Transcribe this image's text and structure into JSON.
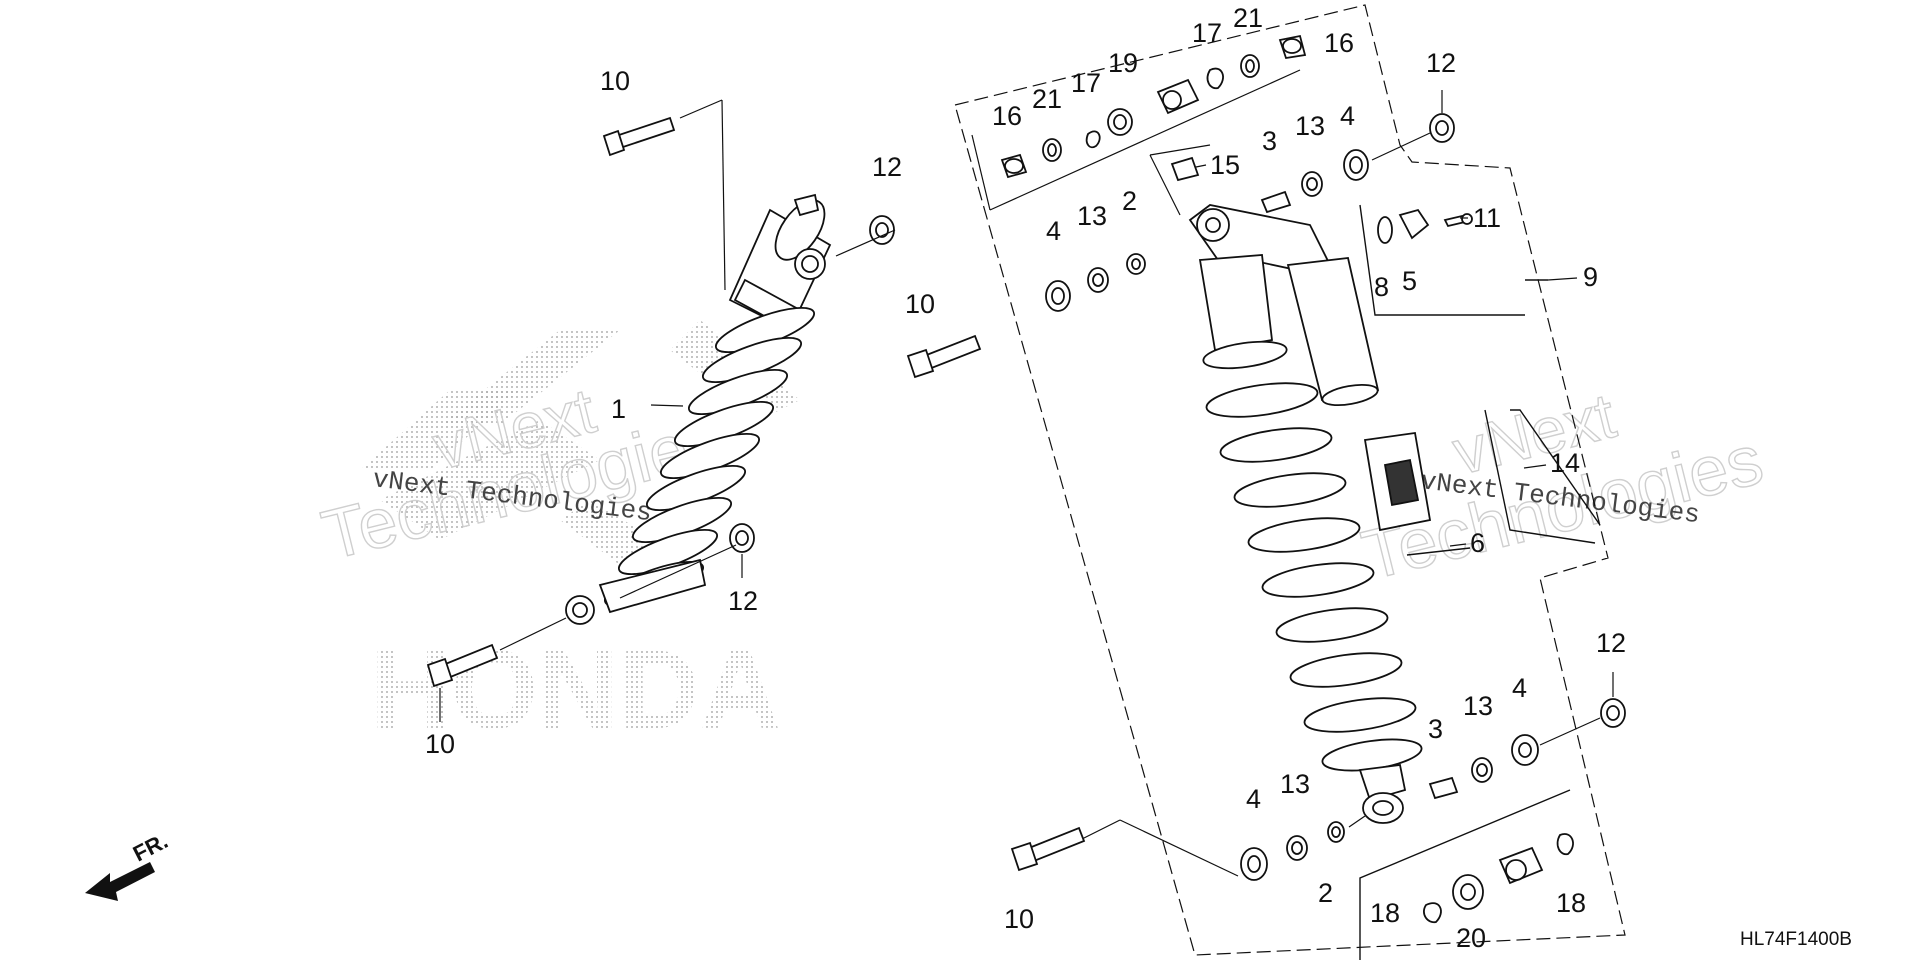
{
  "diagram": {
    "code": "HL74F1400B",
    "fr": "FR.",
    "brand": "HONDA",
    "watermarks": {
      "line1": "vNext Technologies",
      "line2": "vNext",
      "line3": "Technologies"
    },
    "labels": {
      "l10a": "10",
      "l12a": "12",
      "l1": "1",
      "l12b": "12",
      "l10b": "10",
      "l10c": "10",
      "l16a": "16",
      "l21a": "21",
      "l17a": "17",
      "l19": "19",
      "l17b": "17",
      "l21b": "21",
      "l16b": "16",
      "l15": "15",
      "l3a": "3",
      "l13a": "13",
      "l4a": "4",
      "l12c": "12",
      "l4b": "4",
      "l13b": "13",
      "l2a": "2",
      "l11": "11",
      "l8": "8",
      "l5": "5",
      "l9": "9",
      "l14": "14",
      "l6": "6",
      "l12d": "12",
      "l13c": "13",
      "l4c": "4",
      "l3b": "3",
      "l4d": "4",
      "l13d": "13",
      "l2b": "2",
      "l10d": "10",
      "l18a": "18",
      "l20": "20",
      "l18b": "18"
    }
  }
}
